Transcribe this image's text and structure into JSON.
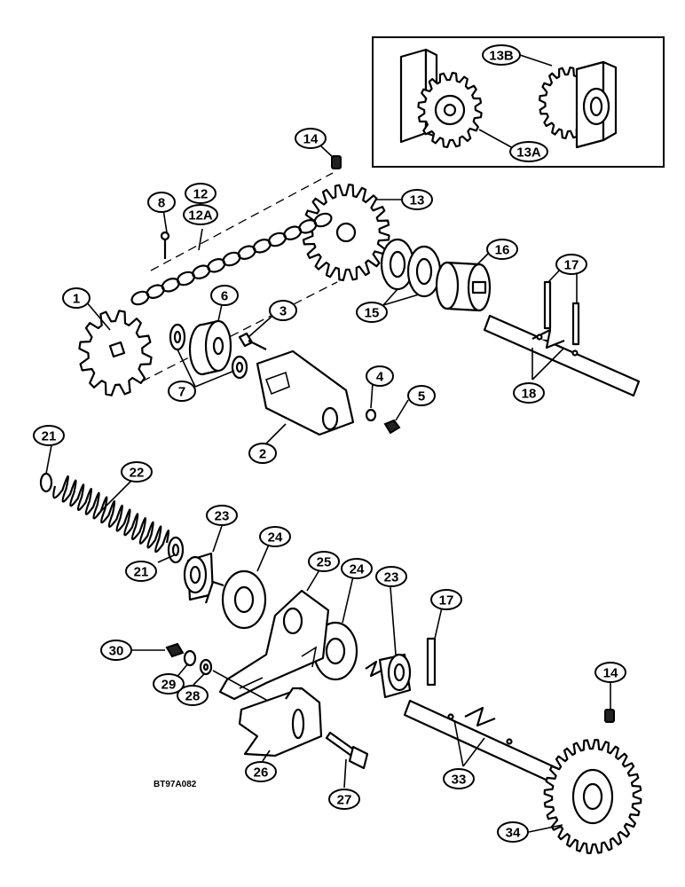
{
  "drawing_code": "BT97A082",
  "callouts": [
    {
      "id": "c1",
      "label": "1"
    },
    {
      "id": "c2",
      "label": "2"
    },
    {
      "id": "c3",
      "label": "3"
    },
    {
      "id": "c4",
      "label": "4"
    },
    {
      "id": "c5",
      "label": "5"
    },
    {
      "id": "c6",
      "label": "6"
    },
    {
      "id": "c7",
      "label": "7"
    },
    {
      "id": "c8",
      "label": "8"
    },
    {
      "id": "c12",
      "label": "12"
    },
    {
      "id": "c12a",
      "label": "12A"
    },
    {
      "id": "c13",
      "label": "13"
    },
    {
      "id": "c13a",
      "label": "13A"
    },
    {
      "id": "c13b",
      "label": "13B"
    },
    {
      "id": "c14a",
      "label": "14"
    },
    {
      "id": "c14b",
      "label": "14"
    },
    {
      "id": "c15",
      "label": "15"
    },
    {
      "id": "c16",
      "label": "16"
    },
    {
      "id": "c17a",
      "label": "17"
    },
    {
      "id": "c17b",
      "label": "17"
    },
    {
      "id": "c18",
      "label": "18"
    },
    {
      "id": "c21a",
      "label": "21"
    },
    {
      "id": "c21b",
      "label": "21"
    },
    {
      "id": "c22",
      "label": "22"
    },
    {
      "id": "c23a",
      "label": "23"
    },
    {
      "id": "c23b",
      "label": "23"
    },
    {
      "id": "c24a",
      "label": "24"
    },
    {
      "id": "c24b",
      "label": "24"
    },
    {
      "id": "c25",
      "label": "25"
    },
    {
      "id": "c26",
      "label": "26"
    },
    {
      "id": "c27",
      "label": "27"
    },
    {
      "id": "c28",
      "label": "28"
    },
    {
      "id": "c29",
      "label": "29"
    },
    {
      "id": "c30",
      "label": "30"
    },
    {
      "id": "c33",
      "label": "33"
    },
    {
      "id": "c34",
      "label": "34"
    }
  ]
}
